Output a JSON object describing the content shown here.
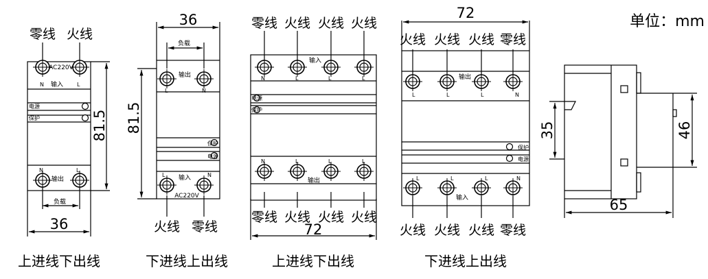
{
  "unit_label": "单位：mm",
  "wires": {
    "neutral": "零线",
    "live": "火线"
  },
  "terms": {
    "L": "L",
    "N": "N"
  },
  "text": {
    "ac": "AC220V",
    "input": "输入",
    "output": "输出",
    "load": "负载",
    "power": "电源",
    "protect": "保护"
  },
  "dims": {
    "w36": "36",
    "h815": "81.5",
    "w72": "72",
    "h35": "35",
    "h46": "46",
    "w65": "65"
  },
  "captions": {
    "top_in_bottom_out": "上进线下出线",
    "bottom_in_top_out": "下进线上出线"
  }
}
